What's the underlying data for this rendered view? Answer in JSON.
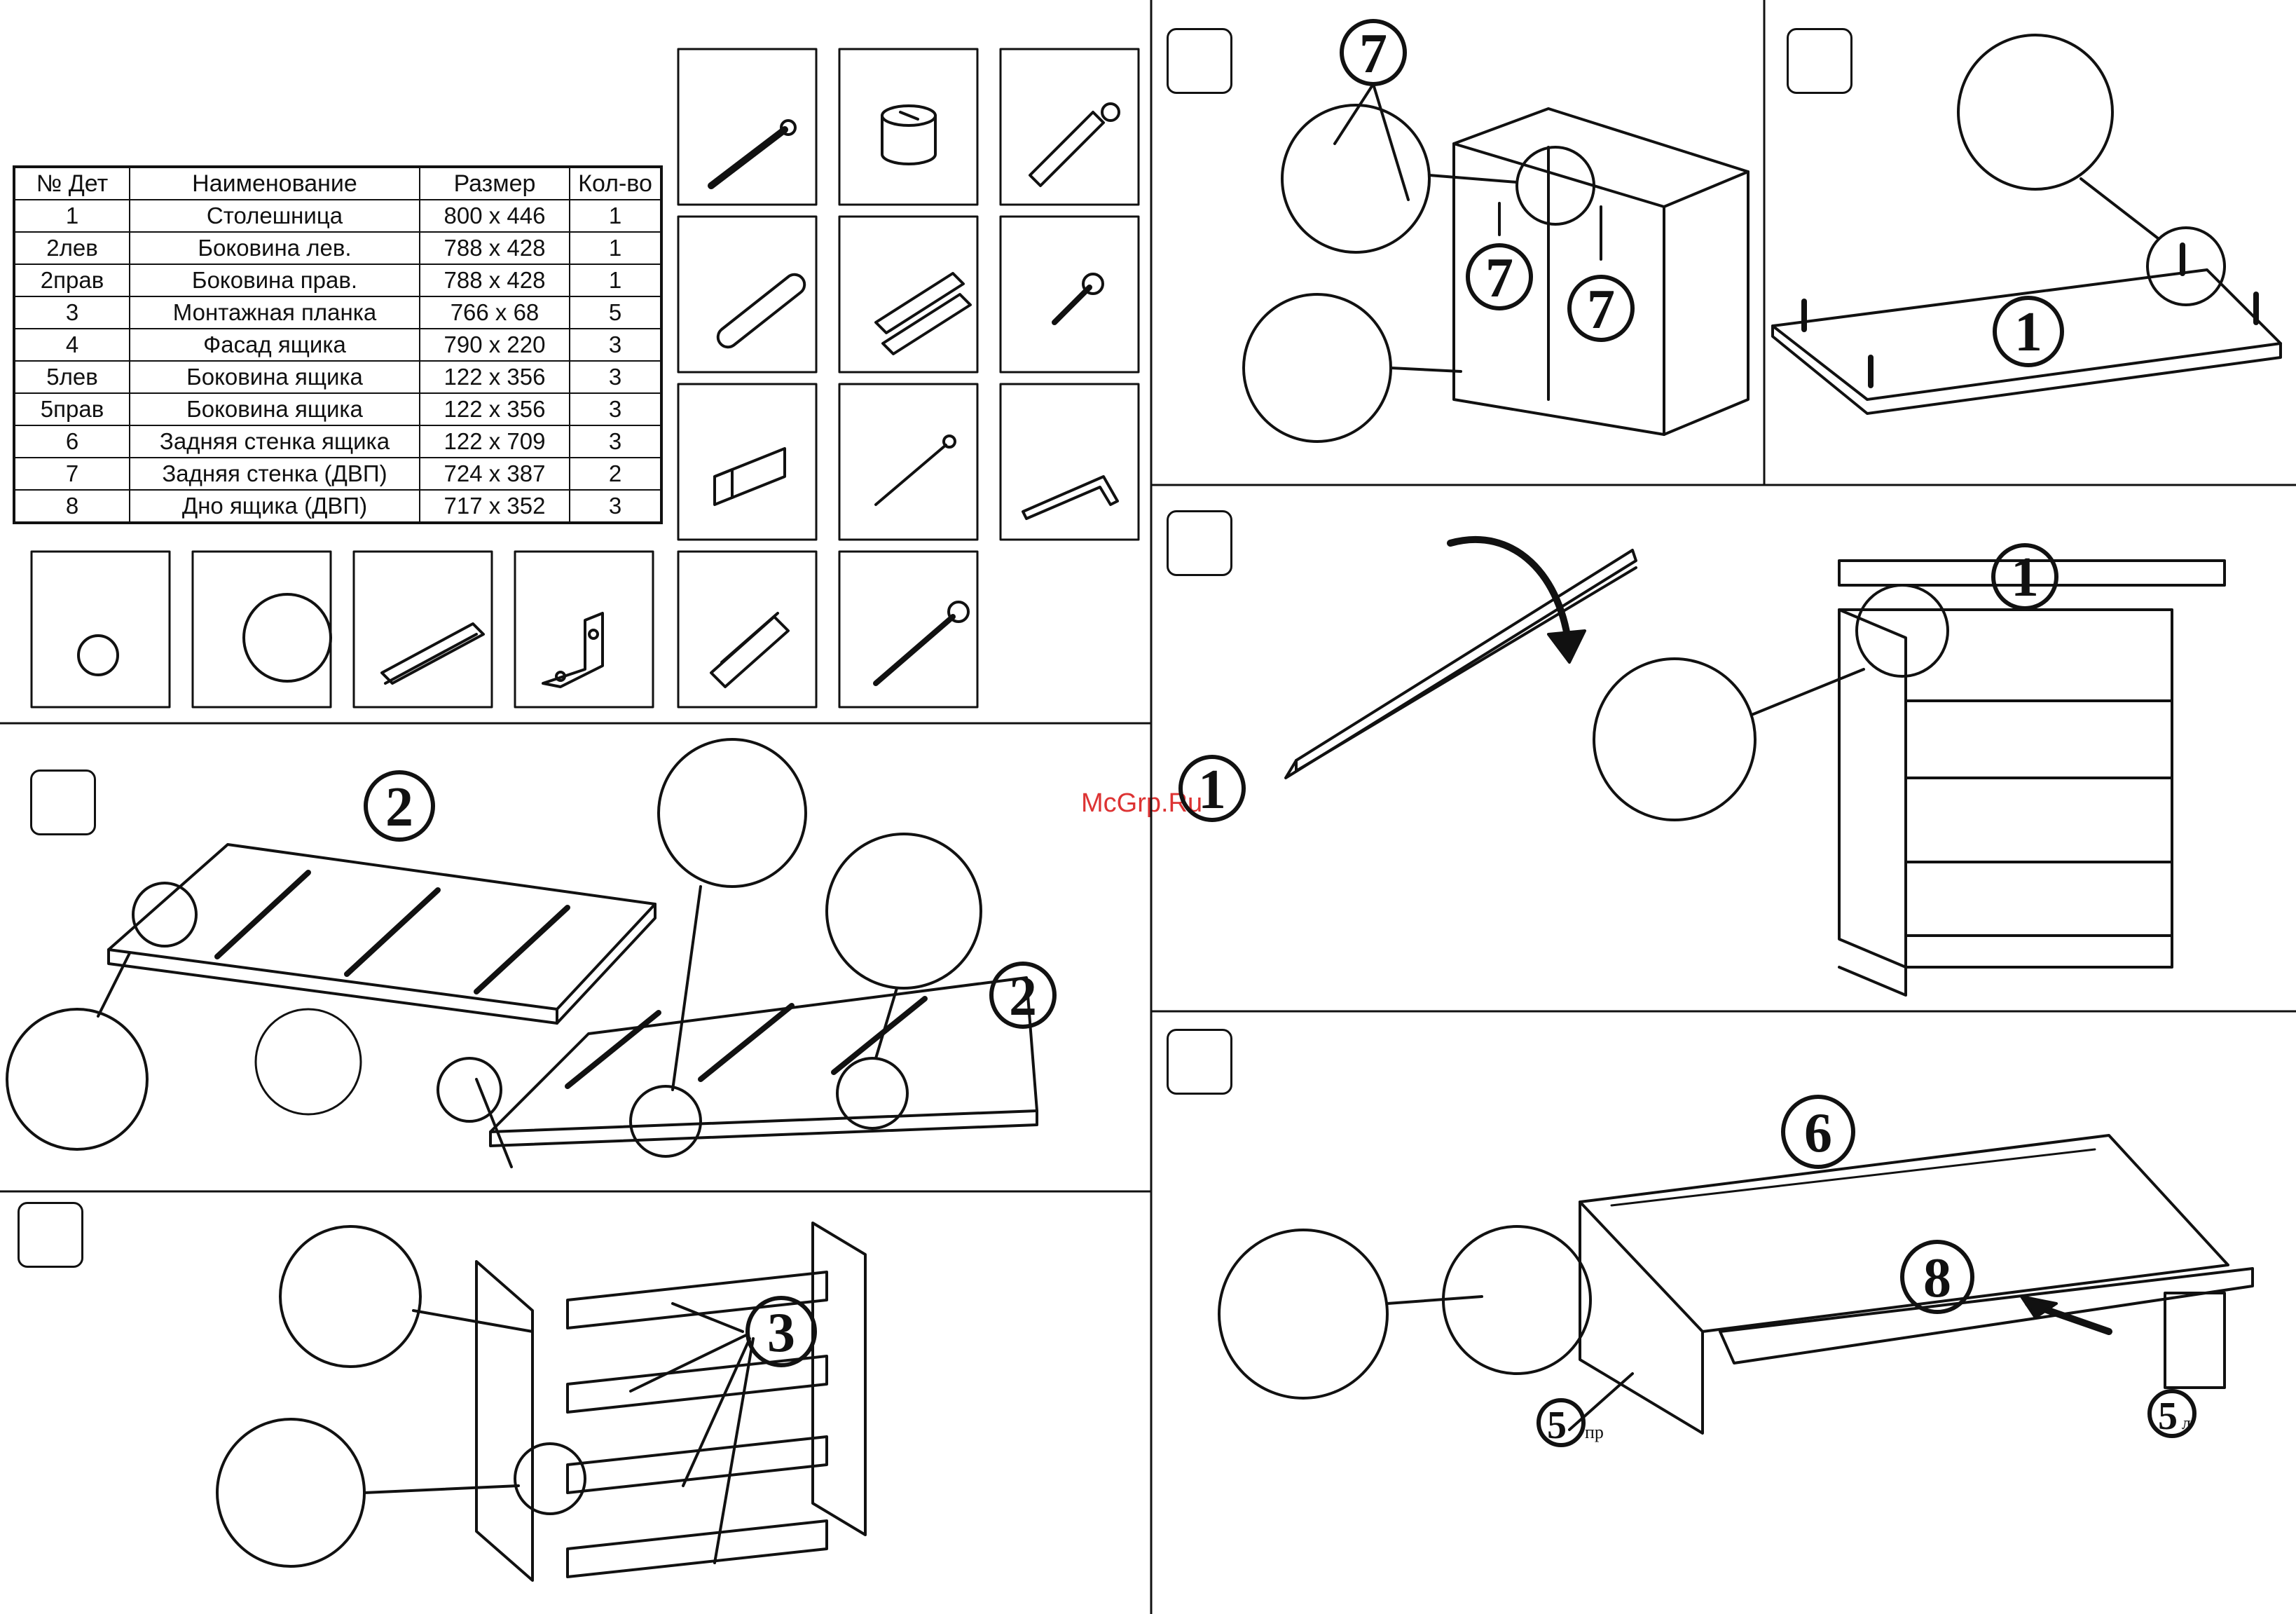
{
  "parts_table": {
    "headers": [
      "№ Дет",
      "Наименование",
      "Размер",
      "Кол-во"
    ],
    "rows": [
      [
        "1",
        "Столешница",
        "800 х 446",
        "1"
      ],
      [
        "2лев",
        "Боковина лев.",
        "788 х 428",
        "1"
      ],
      [
        "2прав",
        "Боковина прав.",
        "788 х 428",
        "1"
      ],
      [
        "3",
        "Монтажная планка",
        "766 х 68",
        "5"
      ],
      [
        "4",
        "Фасад ящика",
        "790 х 220",
        "3"
      ],
      [
        "5лев",
        "Боковина ящика",
        "122 х 356",
        "3"
      ],
      [
        "5прав",
        "Боковина ящика",
        "122 х 356",
        "3"
      ],
      [
        "6",
        "Задняя стенка ящика",
        "122 х 709",
        "3"
      ],
      [
        "7",
        "Задняя стенка (ДВП)",
        "724 х 387",
        "2"
      ],
      [
        "8",
        "Дно ящика (ДВП)",
        "717 х 352",
        "3"
      ]
    ]
  },
  "hardware_icons": [
    "screw-icon",
    "cam-lock-icon",
    "connector-bolt-icon",
    "wooden-dowel-icon",
    "drawer-slide-icon",
    "short-screw-icon",
    "bracket-icon",
    "nail-icon",
    "hex-key-icon",
    "plastic-anchor-icon",
    "long-screw-icon",
    "small-knob-icon",
    "large-knob-icon",
    "edge-profile-icon",
    "corner-bracket-icon"
  ],
  "labels": {
    "step2_part_a": "2",
    "step2_part_b": "2",
    "step3_part": "3",
    "step4_part_a": "7",
    "step4_part_b": "7",
    "step4_part_c": "7",
    "step5_part": "1",
    "step6_part_a": "1",
    "step6_part_b": "1",
    "step7_part6": "6",
    "step7_part8": "8",
    "step7_part5pr": "5",
    "step7_part5pr_sub": "пр",
    "step7_part5l": "5",
    "step7_part5l_sub": "л"
  },
  "watermark": "McGrp.Ru",
  "colors": {
    "line": "#111111",
    "watermark": "#dd3333"
  }
}
